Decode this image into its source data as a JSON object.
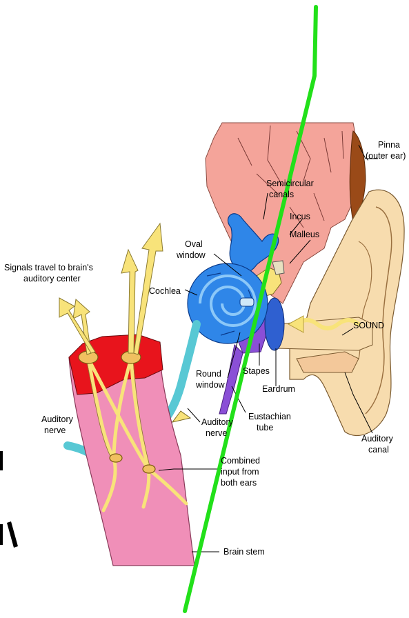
{
  "labels": {
    "pinna_1": "Pinna",
    "pinna_2": "(outer ear)",
    "semicircular_1": "Semicircular",
    "semicircular_2": "canals",
    "incus": "Incus",
    "malleus": "Malleus",
    "oval_1": "Oval",
    "oval_2": "window",
    "signals_1": "Signals travel to brain's",
    "signals_2": "auditory center",
    "cochlea": "Cochlea",
    "sound": "SOUND",
    "round_1": "Round",
    "round_2": "window",
    "stapes": "Stapes",
    "eardrum": "Eardrum",
    "eustachian_1": "Eustachian",
    "eustachian_2": "tube",
    "auditory_nerve_left_1": "Auditory",
    "auditory_nerve_left_2": "nerve",
    "auditory_nerve_mid_1": "Auditory",
    "auditory_nerve_mid_2": "nerve",
    "auditory_canal_1": "Auditory",
    "auditory_canal_2": "canal",
    "combined_1": "Combined",
    "combined_2": "input from",
    "combined_3": "both ears",
    "brain_stem": "Brain stem"
  },
  "colors": {
    "guide_line": "#22e01a",
    "head_skin": "#f4a49a",
    "ear_skin": "#f7dcae",
    "cochlea_blue": "#2f86e8",
    "nerve_yellow": "#f8e37a",
    "brainstem_pink": "#f08fb8",
    "brain_red": "#e8141c",
    "cyan_nerve": "#58c8d4",
    "purple": "#8a4fd6",
    "hair": "#9a4a18"
  }
}
